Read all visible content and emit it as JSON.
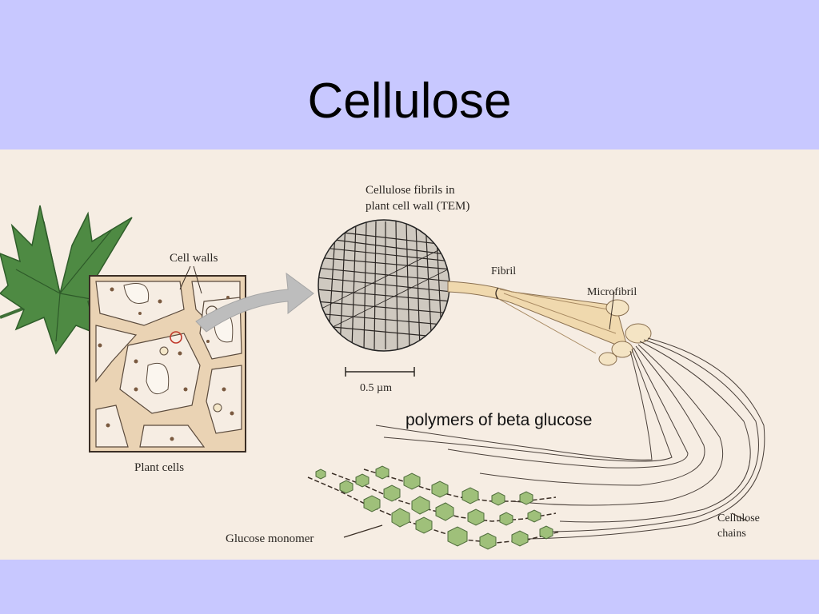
{
  "slide": {
    "title": "Cellulose",
    "background": "#c8c8ff"
  },
  "figure": {
    "background": "#f6ede3",
    "labels": {
      "cell_walls": "Cell walls",
      "plant_cells": "Plant cells",
      "tem_line1": "Cellulose fibrils in",
      "tem_line2": "plant cell wall (TEM)",
      "scale_bar": "0.5 µm",
      "fibril": "Fibril",
      "microfibril": "Microfibril",
      "polymers": "polymers of beta glucose",
      "cellulose_chains_line1": "Cellulose",
      "cellulose_chains_line2": "chains",
      "glucose_monomer": "Glucose monomer"
    },
    "colors": {
      "leaf": "#4e8a43",
      "cell_wall": "#ead3b4",
      "fibril": "#f0d9ae",
      "glucose": "#9fc07a",
      "arrow": "#bdbdbd"
    }
  }
}
